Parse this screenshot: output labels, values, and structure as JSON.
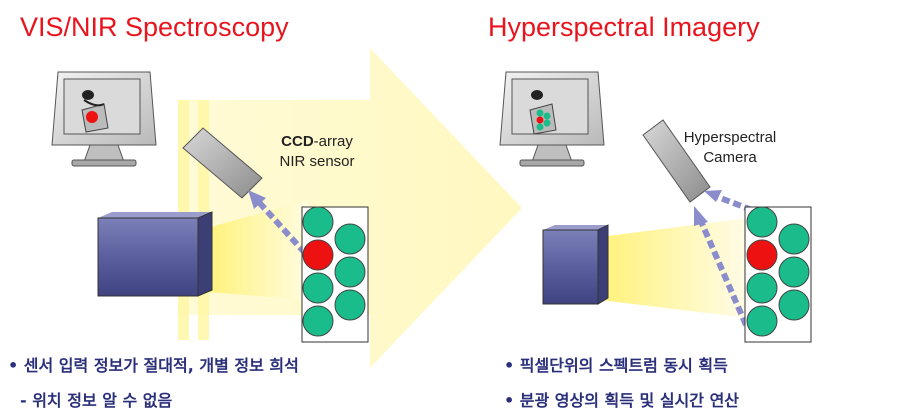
{
  "left": {
    "title": "VIS/NIR Spectroscopy",
    "sensor_label_bold": "CCD",
    "sensor_label_rest": "-array",
    "sensor_label_line2": "NIR sensor",
    "bullet1": "• 센서 입력 정보가 절대적, 개별 정보 희석",
    "bullet2": "- 위치 정보 알 수 없음"
  },
  "right": {
    "title": "Hyperspectral Imagery",
    "camera_label_line1": "Hyperspectral",
    "camera_label_line2": "Camera",
    "bullet1": "• 픽셀단위의 스펙트럼 동시 획득",
    "bullet2": "• 분광 영상의 획득 및 실시간 연산"
  },
  "colors": {
    "title": "#e8141e",
    "bullet_text": "#2a2f7a",
    "highlight_yellow": "#ffff99",
    "green_circle": "#1abc8c",
    "red_circle": "#ee1111",
    "projector": "#5b5f9e",
    "arrow_dashes": "#8a8ccc"
  }
}
